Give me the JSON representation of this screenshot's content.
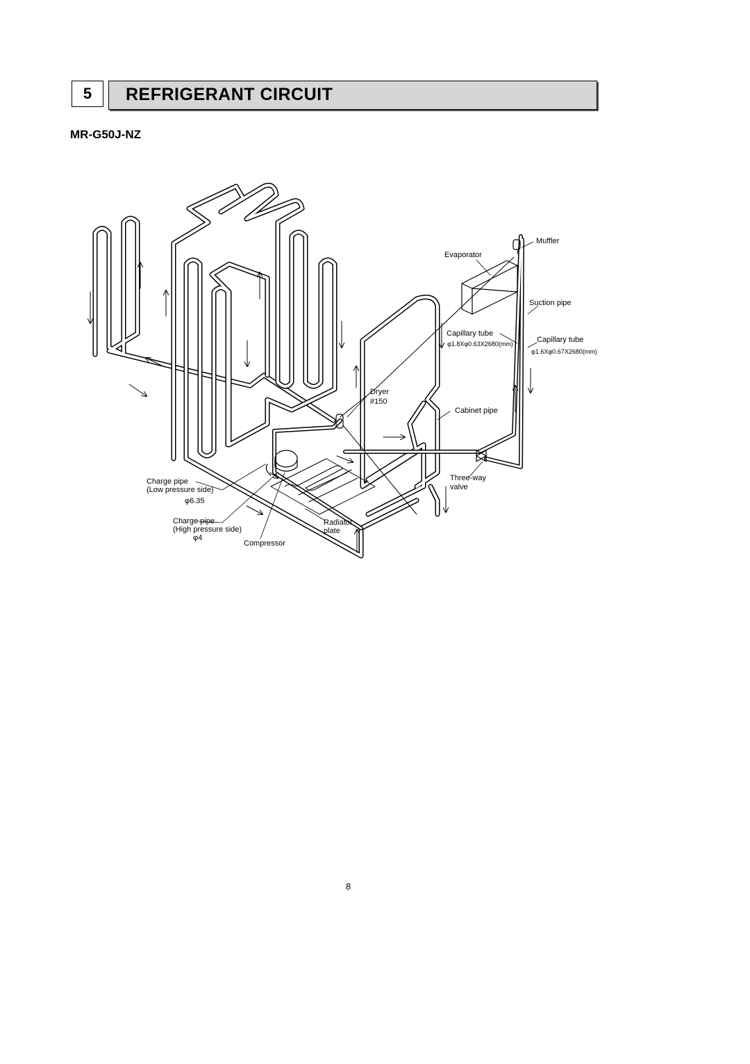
{
  "section": {
    "number": "5",
    "title": "REFRIGERANT CIRCUIT"
  },
  "model": "MR-G50J-NZ",
  "labels": {
    "muffler": "Muffler",
    "evaporator": "Evaporator",
    "suction_pipe": "Suction pipe",
    "capillary_tube_1": "Capillary tube",
    "capillary_spec_1": "φ1.8Xφ0.63X2680(mm)",
    "capillary_tube_2": "Capillary tube",
    "capillary_spec_2": "φ1.6Xφ0.67X2680(mm)",
    "dryer": "Dryer",
    "dryer_spec": "#150",
    "cabinet_pipe": "Cabinet pipe",
    "three_way": "Three-way",
    "valve": "valve",
    "charge_low_1": "Charge pipe",
    "charge_low_2": "(Low pressure side)",
    "charge_low_dim": "φ6.35",
    "charge_high_1": "Charge pipe",
    "charge_high_2": "(High pressure side)",
    "charge_high_dim": "φ4",
    "radiator_1": "Radiator",
    "radiator_2": "plate",
    "compressor": "Compressor"
  },
  "page_number": "8"
}
